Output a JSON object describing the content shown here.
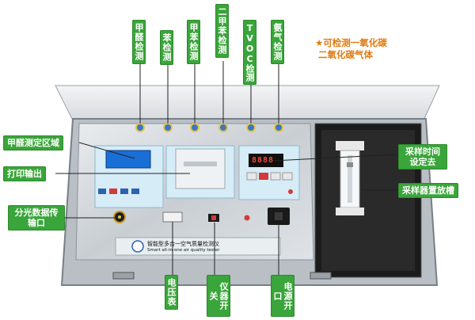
{
  "labels": {
    "formaldehyde_test": "甲醛检测",
    "benzene_test": "苯检测",
    "toluene_test": "甲苯检测",
    "xylene_test": "二甲苯检测",
    "tvoc_test": "TVOC检测",
    "ammonia_test": "氨气检测",
    "formaldehyde_zone": "甲醛测定区域",
    "print_output": "打印输出",
    "spectro_port": "分光数据传输口",
    "sampling_time": "采样时间设定去",
    "sampler_slot": "采样器置放槽",
    "voltmeter": "电压表",
    "instrument_switch": "仪器开关",
    "power_switch": "电源开口"
  },
  "note": {
    "line1": "★可检测一氧化碳",
    "line2": "二氧化碳气体"
  },
  "device": {
    "timer_display": "8888",
    "name_cn": "智能型多合一空气质量检测仪",
    "name_en": "Smart all-in-one air quality tester"
  },
  "colors": {
    "label_green": "#3aa53a",
    "note_orange": "#e07a10",
    "panel_blue": "#d6ecf7",
    "lcd_blue": "#1a6fd6"
  }
}
